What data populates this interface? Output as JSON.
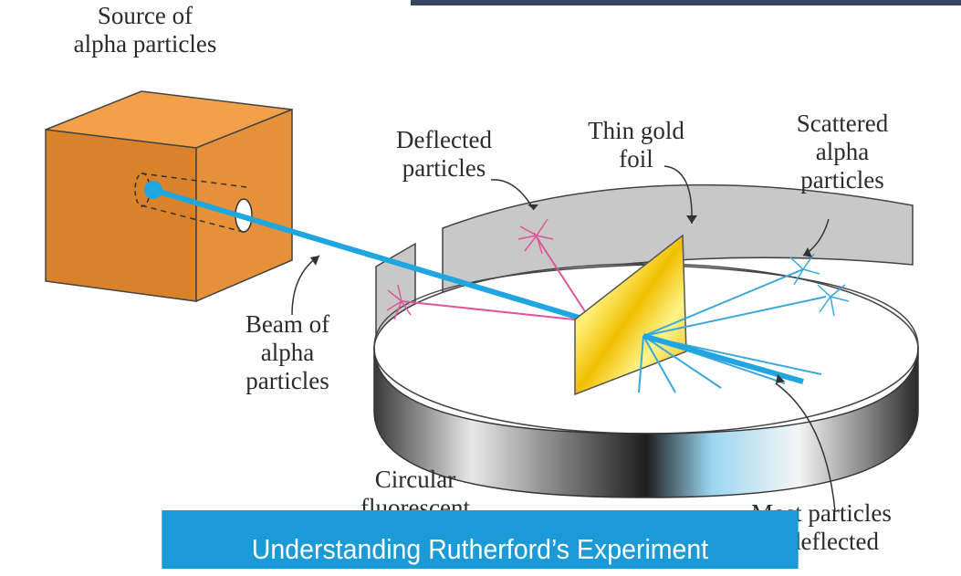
{
  "labels": {
    "source": [
      "Source of",
      "alpha particles"
    ],
    "deflected": [
      "Deflected",
      "particles"
    ],
    "gold_foil": [
      "Thin gold",
      "foil"
    ],
    "scattered": [
      "Scattered",
      "alpha",
      "particles"
    ],
    "beam": [
      "Beam of",
      "alpha",
      "particles"
    ],
    "screen": [
      "Circular",
      "fluorescent"
    ],
    "undeflected": [
      "Most particles",
      "undeflected"
    ]
  },
  "banner": {
    "text": "Understanding Rutherford’s Experiment"
  },
  "colors": {
    "box": "#e08a2c",
    "beam": "#1fa6e0",
    "foil": "#f4d21a",
    "deflected": "#e0559a",
    "scattered": "#3aa8da",
    "banner": "#1a9ad6"
  }
}
